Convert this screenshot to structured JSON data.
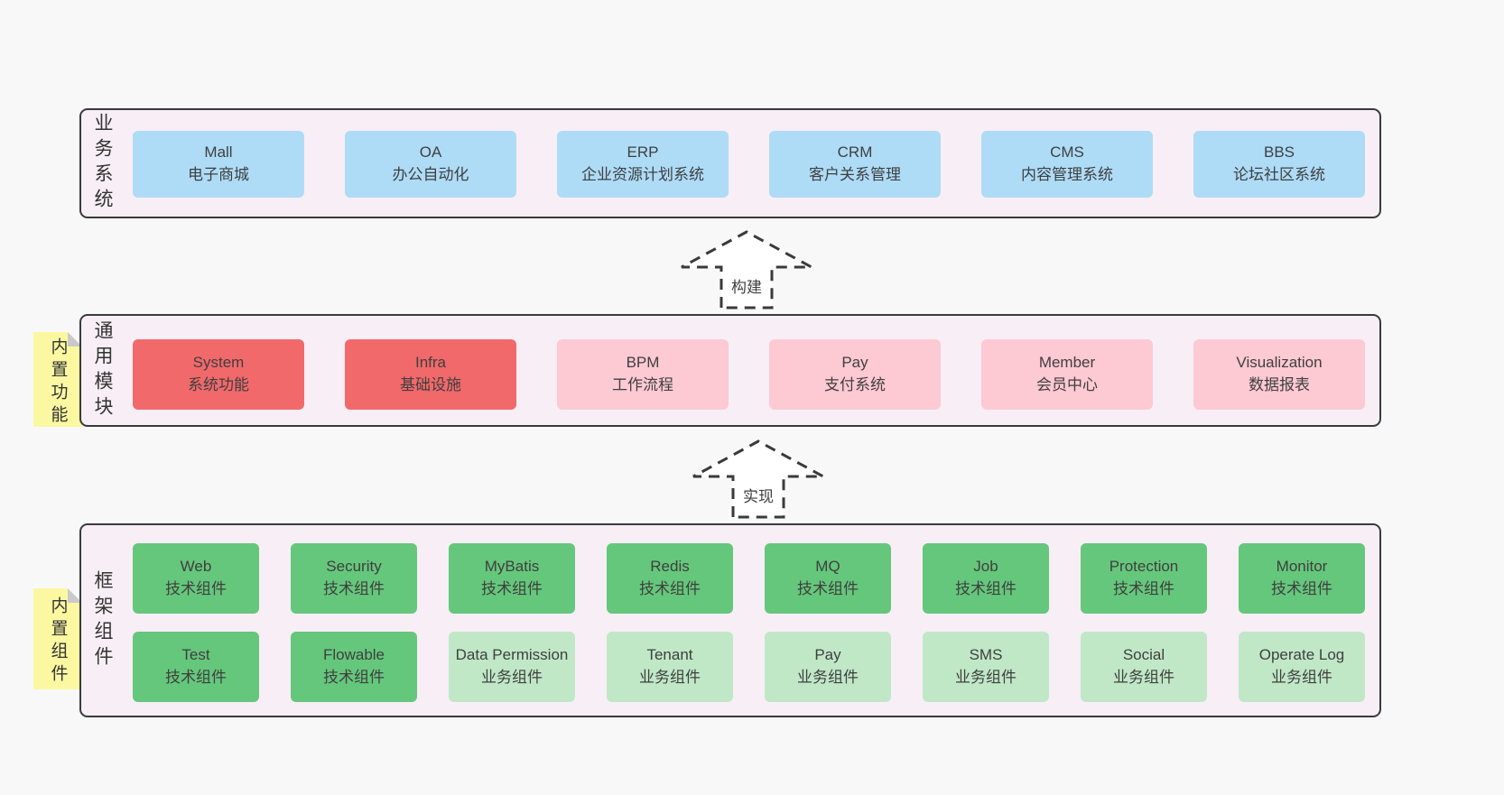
{
  "palette": {
    "page_bg": "#f9f8f9",
    "panel_bg": "#f8eef6",
    "panel_border": "#3a3a3a",
    "blue": "#aedcf7",
    "red": "#f2696b",
    "pink": "#fdc9d3",
    "green": "#65c77c",
    "light_green": "#c0e8c7",
    "sticky_yellow": "#fbf8a1",
    "text": "#3f3f3f"
  },
  "business": {
    "label": "业务系统",
    "boxes": [
      {
        "en": "Mall",
        "zh": "电子商城"
      },
      {
        "en": "OA",
        "zh": "办公自动化"
      },
      {
        "en": "ERP",
        "zh": "企业资源计划系统"
      },
      {
        "en": "CRM",
        "zh": "客户关系管理"
      },
      {
        "en": "CMS",
        "zh": "内容管理系统"
      },
      {
        "en": "BBS",
        "zh": "论坛社区系统"
      }
    ]
  },
  "arrow_build": {
    "label": "构建"
  },
  "modules": {
    "label": "通用模块",
    "sticky": "内置功能",
    "boxes": [
      {
        "en": "System",
        "zh": "系统功能",
        "variant": "red"
      },
      {
        "en": "Infra",
        "zh": "基础设施",
        "variant": "red"
      },
      {
        "en": "BPM",
        "zh": "工作流程",
        "variant": "pink"
      },
      {
        "en": "Pay",
        "zh": "支付系统",
        "variant": "pink"
      },
      {
        "en": "Member",
        "zh": "会员中心",
        "variant": "pink"
      },
      {
        "en": "Visualization",
        "zh": "数据报表",
        "variant": "pink"
      }
    ]
  },
  "arrow_implement": {
    "label": "实现"
  },
  "components": {
    "label": "框架组件",
    "sticky": "内置组件",
    "row1": [
      {
        "en": "Web",
        "zh": "技术组件",
        "variant": "green"
      },
      {
        "en": "Security",
        "zh": "技术组件",
        "variant": "green"
      },
      {
        "en": "MyBatis",
        "zh": "技术组件",
        "variant": "green"
      },
      {
        "en": "Redis",
        "zh": "技术组件",
        "variant": "green"
      },
      {
        "en": "MQ",
        "zh": "技术组件",
        "variant": "green"
      },
      {
        "en": "Job",
        "zh": "技术组件",
        "variant": "green"
      },
      {
        "en": "Protection",
        "zh": "技术组件",
        "variant": "green"
      },
      {
        "en": "Monitor",
        "zh": "技术组件",
        "variant": "green"
      }
    ],
    "row2": [
      {
        "en": "Test",
        "zh": "技术组件",
        "variant": "green"
      },
      {
        "en": "Flowable",
        "zh": "技术组件",
        "variant": "green"
      },
      {
        "en": "Data Permission",
        "zh": "业务组件",
        "variant": "light_green"
      },
      {
        "en": "Tenant",
        "zh": "业务组件",
        "variant": "light_green"
      },
      {
        "en": "Pay",
        "zh": "业务组件",
        "variant": "light_green"
      },
      {
        "en": "SMS",
        "zh": "业务组件",
        "variant": "light_green"
      },
      {
        "en": "Social",
        "zh": "业务组件",
        "variant": "light_green"
      },
      {
        "en": "Operate Log",
        "zh": "业务组件",
        "variant": "light_green"
      }
    ]
  }
}
